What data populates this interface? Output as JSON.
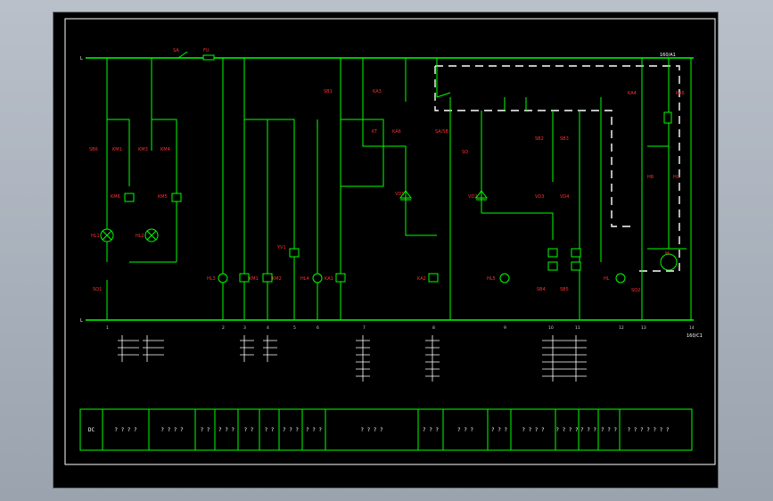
{
  "labels": {
    "sa": "SA",
    "fu": "FU",
    "hl1": "HL1",
    "hl2": "HL2",
    "hl3": "HL3",
    "hl4": "HL4",
    "hl5": "HL5",
    "hg": "HG",
    "hr": "HR",
    "sb1": "SB1",
    "sb2": "SB2",
    "sb3": "SB3",
    "sb4": "SB4",
    "sb5": "SB5",
    "sb6": "SB6",
    "km1": "KM1",
    "km2": "KM2",
    "km3": "KM3",
    "km4": "KM4",
    "km5": "KM5",
    "km6": "KM6",
    "ka1": "KA1",
    "ka2": "KA2",
    "ka3": "KA3",
    "ka4": "KA4",
    "ka5": "KA5",
    "ka6": "KA6",
    "kt": "KT",
    "yv1": "YV1",
    "sq": "SQ",
    "sq1": "SQ1",
    "sq2": "SQ2",
    "vd1": "VD1",
    "vd2": "VD2",
    "vd3": "VD3",
    "vd4": "VD4",
    "sa_sel": "SA/SB",
    "m": "M",
    "hl_a": "HL",
    "cb1": "160/A1",
    "cb2": "160/C1",
    "dc": "DC"
  },
  "edge_marks": [
    "L",
    "L"
  ],
  "wire_numbers": [
    "1",
    "2",
    "3",
    "4",
    "5",
    "6",
    "7",
    "8",
    "9",
    "10",
    "11",
    "12",
    "13",
    "14"
  ],
  "title_block": {
    "cells": [
      "DC",
      "? ? ? ?",
      "? ? ? ?",
      "? ?",
      "? ? ?",
      "? ?",
      "? ?",
      "? ? ?",
      "? ? ?",
      "? ? ? ?",
      "? ? ?",
      "? ? ?",
      "? ? ?",
      "? ? ? ?",
      "? ? ? ?",
      "? ? ?",
      "? ? ?",
      "? ? ? ? ? ? ?"
    ]
  }
}
